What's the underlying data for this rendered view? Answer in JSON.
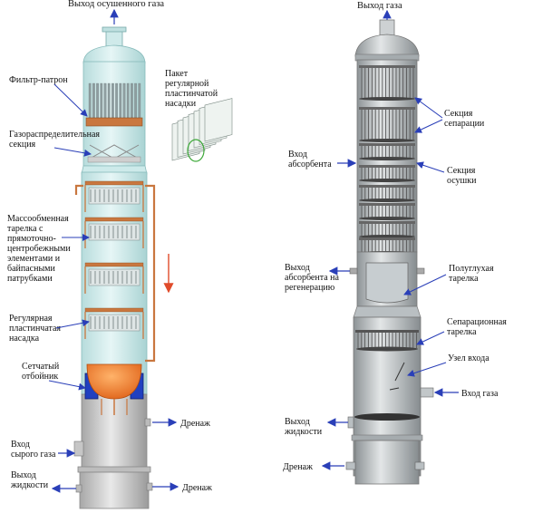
{
  "left_diagram": {
    "labels": {
      "gas_outlet": "Выход осушенного газа",
      "filter": "Фильтр-патрон",
      "package": [
        "Пакет",
        "регулярной",
        "пластинчатой",
        "насадки"
      ],
      "gas_distributor": [
        "Газораспределительная",
        "секция"
      ],
      "mass_transfer": [
        "Массообменная",
        "тарелка с",
        "прямоточно-",
        "центробежными",
        "элементами и",
        "байпасными",
        "патрубками"
      ],
      "regular_packing": [
        "Регулярная",
        "пластинчатая",
        "насадка"
      ],
      "mesh": [
        "Сетчатый",
        "отбойник"
      ],
      "drain_1": "Дренаж",
      "raw_gas_inlet": [
        "Вход",
        "сырого газа"
      ],
      "liquid_outlet": [
        "Выход",
        "жидкости"
      ],
      "drain_2": "Дренаж"
    }
  },
  "right_diagram": {
    "labels": {
      "gas_outlet": "Выход газа",
      "separation_sections": [
        "Секция",
        "сепарации"
      ],
      "absorbent_inlet": [
        "Вход",
        "абсорбента"
      ],
      "drying_section": [
        "Секция",
        "осушки"
      ],
      "absorbent_outlet": [
        "Выход",
        "абсорбента на",
        "регенерацию"
      ],
      "semi_blind_tray": [
        "Полуглухая",
        "тарелка"
      ],
      "separation_tray": [
        "Сепарационная",
        "тарелка"
      ],
      "inlet_unit": "Узел входа",
      "gas_inlet": "Вход газа",
      "liquid_outlet": [
        "Выход",
        "жидкости"
      ],
      "drain": "Дренаж"
    }
  },
  "colors": {
    "left_shell": "#d6efef",
    "left_accent": "#c9773f",
    "right_shell": "#b9bfc2",
    "arrow_blue": "#2a3fb8",
    "flow_red": "#e04b2a"
  }
}
